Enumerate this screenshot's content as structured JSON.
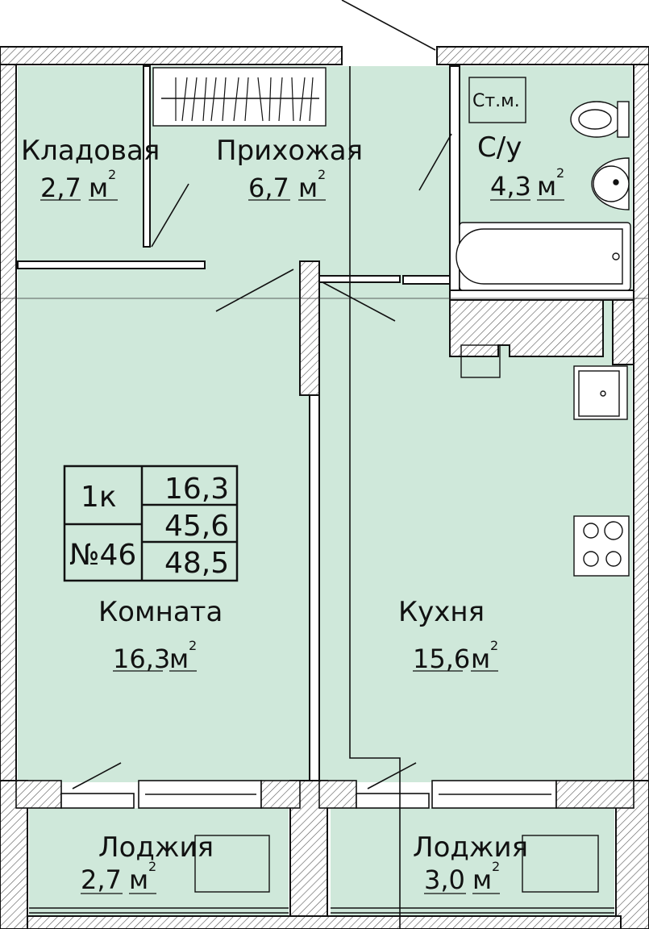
{
  "unit": "м",
  "unit_power": "2",
  "rooms": {
    "storage": {
      "name": "Кладовая",
      "area": "2,7"
    },
    "hallway": {
      "name": "Прихожая",
      "area": "6,7"
    },
    "bathroom": {
      "name": "С/у",
      "area": "4,3"
    },
    "living": {
      "name": "Комната",
      "area": "16,3"
    },
    "kitchen": {
      "name": "Кухня",
      "area": "15,6"
    },
    "loggia_left": {
      "name": "Лоджия",
      "area": "2,7"
    },
    "loggia_right": {
      "name": "Лоджия",
      "area": "3,0"
    }
  },
  "riser_label": "Ст.м.",
  "summary": {
    "type": "1к",
    "number": "№46",
    "living_area": "16,3",
    "total_area": "45,6",
    "total_area_with_loggia": "48,5"
  },
  "colors": {
    "floor": "#cfe8da",
    "wall": "#111111",
    "hatch": "#555555"
  }
}
